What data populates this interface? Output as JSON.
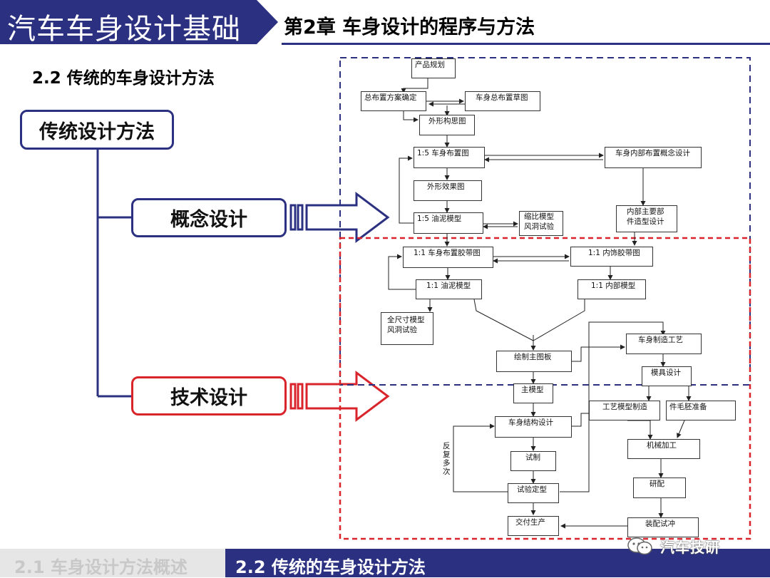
{
  "header": {
    "course_title": "汽车车身设计基础",
    "chapter_title": "第2章 车身设计的程序与方法",
    "colors": {
      "primary": "#2b3080",
      "accent_red": "#d9242c"
    }
  },
  "section_title": "2.2 传统的车身设计方法",
  "methods": {
    "traditional": "传统设计方法",
    "concept": "概念设计",
    "technical": "技术设计"
  },
  "flow": {
    "product_plan": "产品规划",
    "general_layout": "总布置方案确定",
    "body_layout_sketch": "车身总布置草图",
    "exterior_concept": "外形构思图",
    "layout_1_5": "1:5 车身布置图",
    "interior_concept": "车身内部布置概念设计",
    "exterior_render": "外形效果图",
    "clay_1_5": "1:5 油泥模型",
    "scale_wind_line1": "缩比模型",
    "scale_wind_line2": "风洞试验",
    "interior_parts_line1": "内部主要部",
    "interior_parts_line2": "件造型设计",
    "tape_layout_1_1": "1:1 车身布置胶带图",
    "interior_tape_1_1": "1:1 内饰胶带图",
    "clay_1_1": "1:1 油泥模型",
    "interior_model_1_1": "1:1 内部模型",
    "full_wind_line1": "全尺寸模型",
    "full_wind_line2": "风洞试验",
    "master_drawing": "绘制主图板",
    "manufacturing_process": "车身制造工艺",
    "die_design": "模具设计",
    "master_model": "主模型",
    "process_model": "工艺模型制造",
    "blank_prep": "件毛胚准备",
    "structure_design": "车身结构设计",
    "machining": "机械加工",
    "repeat_note": "反复多次",
    "trial_production": "试制",
    "grinding": "研配",
    "test_finalize": "试验定型",
    "delivery": "交付生产",
    "assembly_trial": "装配试冲"
  },
  "footer": {
    "section_2_1": "2.1 车身设计方法概述",
    "section_2_2": "2.2 传统的车身设计方法"
  },
  "watermark": {
    "text": "汽车技研",
    "icon": "wechat-icon"
  }
}
